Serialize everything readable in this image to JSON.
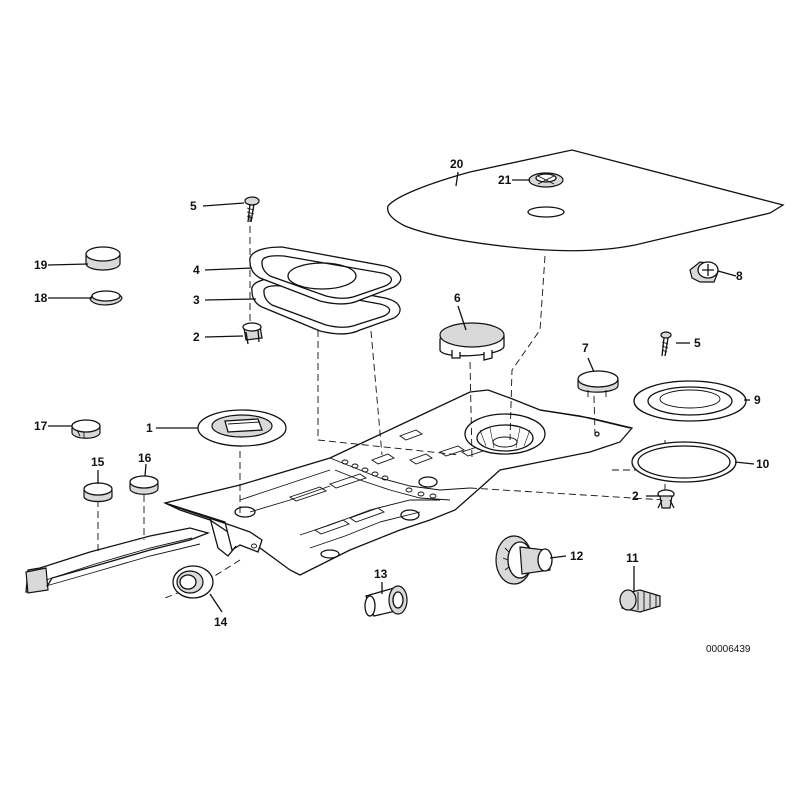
{
  "callouts": [
    {
      "id": "1",
      "text": "1"
    },
    {
      "id": "2a",
      "text": "2"
    },
    {
      "id": "2b",
      "text": "2"
    },
    {
      "id": "3",
      "text": "3"
    },
    {
      "id": "4",
      "text": "4"
    },
    {
      "id": "5a",
      "text": "5"
    },
    {
      "id": "5b",
      "text": "5"
    },
    {
      "id": "6",
      "text": "6"
    },
    {
      "id": "7",
      "text": "7"
    },
    {
      "id": "8",
      "text": "8"
    },
    {
      "id": "9",
      "text": "9"
    },
    {
      "id": "10",
      "text": "10"
    },
    {
      "id": "11",
      "text": "11"
    },
    {
      "id": "12",
      "text": "12"
    },
    {
      "id": "13",
      "text": "13"
    },
    {
      "id": "14",
      "text": "14"
    },
    {
      "id": "15",
      "text": "15"
    },
    {
      "id": "16",
      "text": "16"
    },
    {
      "id": "17",
      "text": "17"
    },
    {
      "id": "18",
      "text": "18"
    },
    {
      "id": "19",
      "text": "19"
    },
    {
      "id": "20",
      "text": "20"
    },
    {
      "id": "21",
      "text": "21"
    }
  ],
  "diagram_reference": "00006439"
}
